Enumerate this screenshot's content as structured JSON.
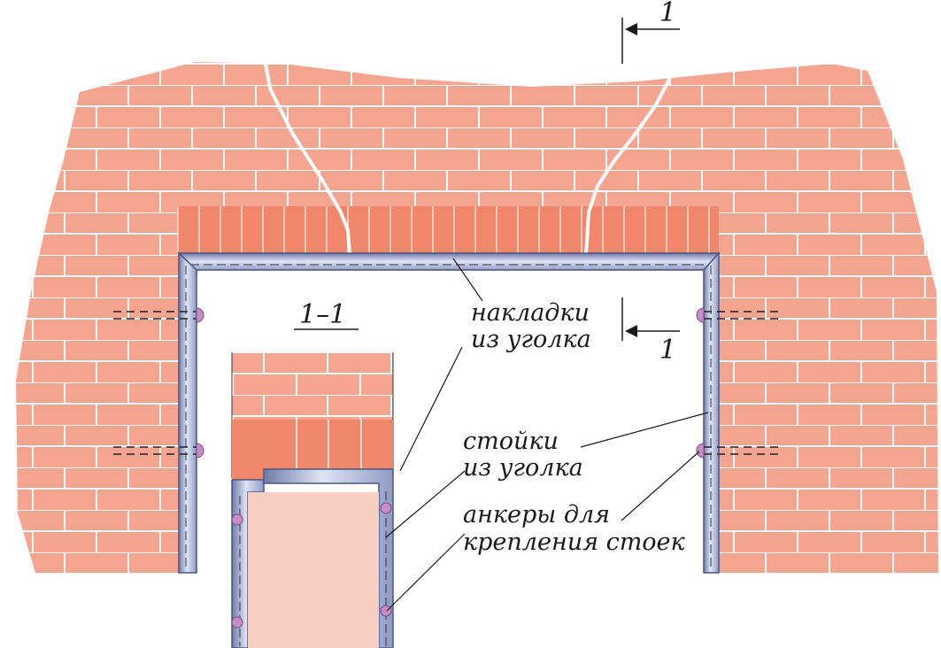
{
  "diagram": {
    "section_mark": "1",
    "section_title": "1–1",
    "labels": {
      "overlays_line1": "накладки",
      "overlays_line2": "из уголка",
      "posts_line1": "стойки",
      "posts_line2": "из уголка",
      "anchors_line1": "анкеры для",
      "anchors_line2": "крепления стоек"
    },
    "colors": {
      "brick": "#f4a48f",
      "brick_joint": "#ffffff",
      "lintel_brick": "#f0876b",
      "steel": "#b8c3e0",
      "steel_dark": "#5d6a93",
      "anchor": "#c58ec4",
      "opening_fill": "#f7cfc4",
      "crack": "#ffffff"
    }
  }
}
